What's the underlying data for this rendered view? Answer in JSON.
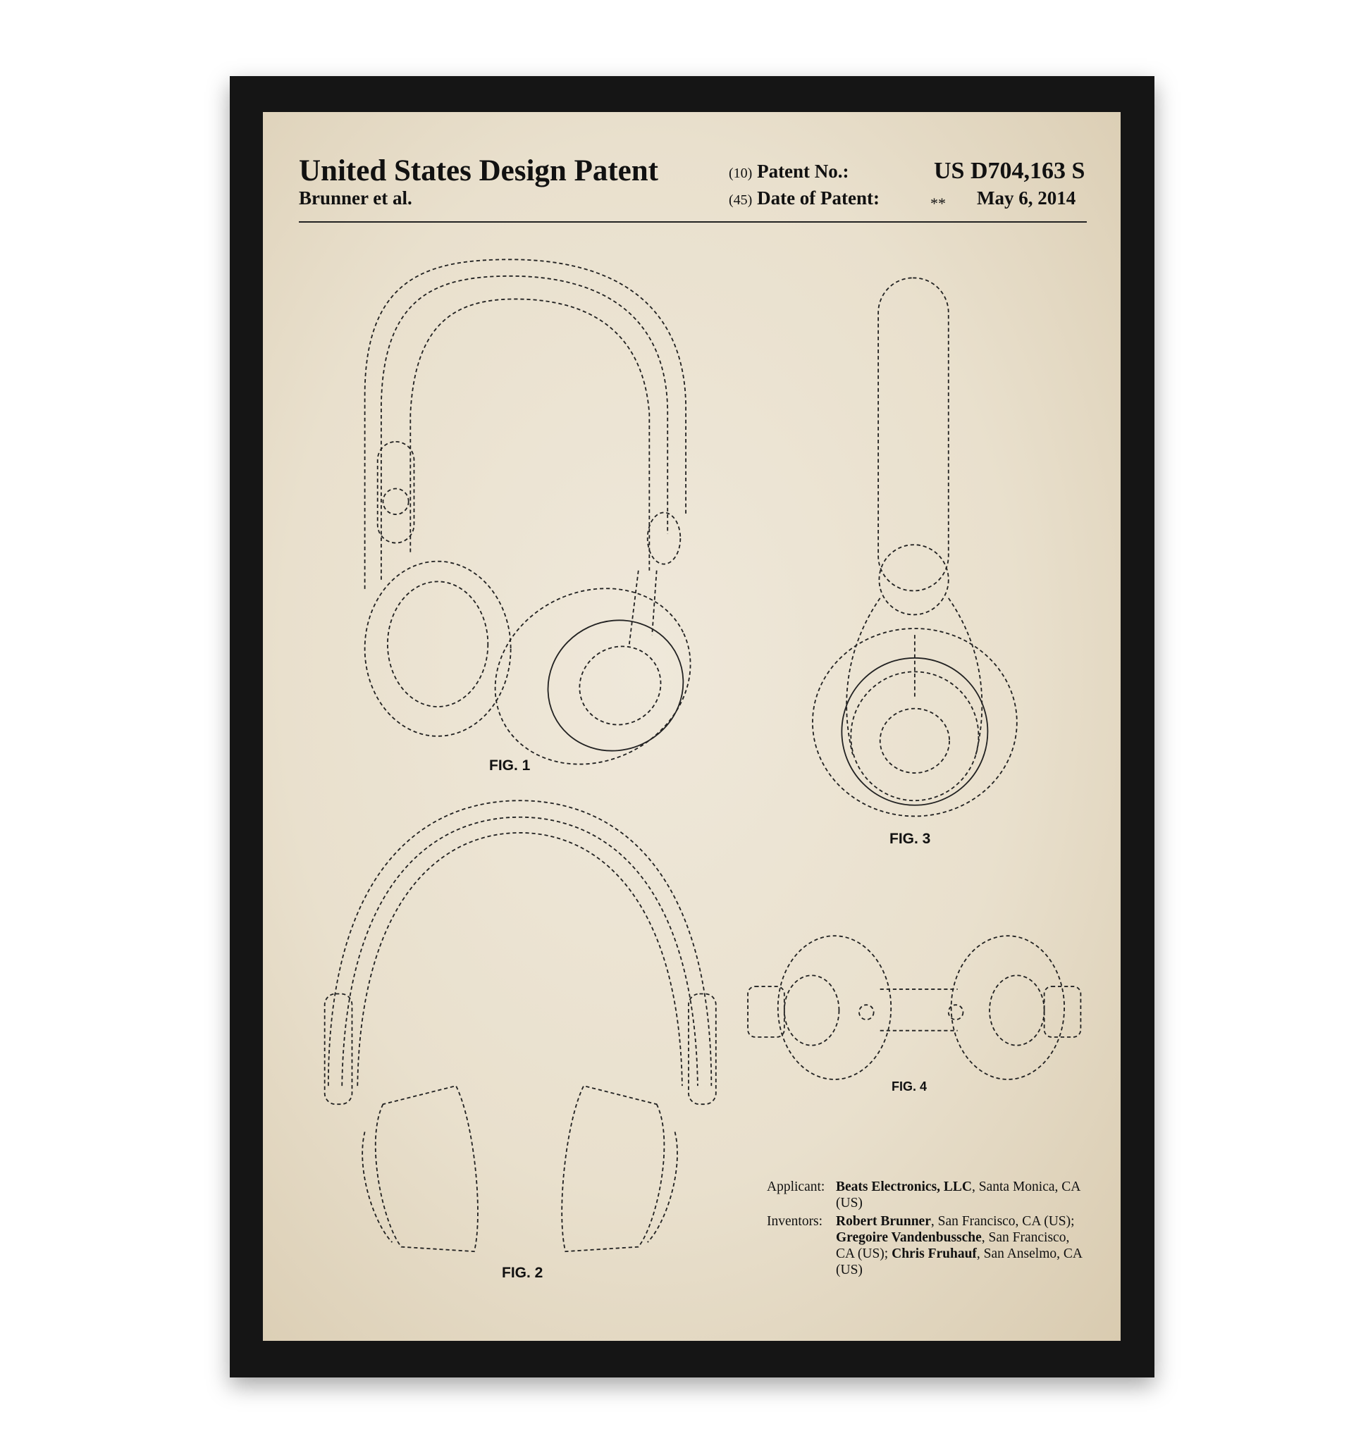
{
  "header": {
    "title": "United States Design Patent",
    "authors": "Brunner et al.",
    "patent_no_code": "(10)",
    "patent_no_label": "Patent No.:",
    "patent_no_value": "US D704,163 S",
    "date_code": "(45)",
    "date_label": "Date of Patent:",
    "date_marker": "**",
    "date_value": "May 6, 2014"
  },
  "figures": {
    "fig1": "FIG. 1",
    "fig2": "FIG. 2",
    "fig3": "FIG. 3",
    "fig4": "FIG. 4"
  },
  "info": {
    "applicant_label": "Applicant:",
    "applicant_name": "Beats Electronics, LLC",
    "applicant_loc": ", Santa Monica, CA (US)",
    "inventors_label": "Inventors:",
    "inv1_name": "Robert Brunner",
    "inv1_loc": ", San Francisco, CA (US); ",
    "inv2_name": "Gregoire Vandenbussche",
    "inv2_loc": ", San Francisco, CA (US); ",
    "inv3_name": "Chris Fruhauf",
    "inv3_loc": ", San Anselmo, CA (US)"
  }
}
